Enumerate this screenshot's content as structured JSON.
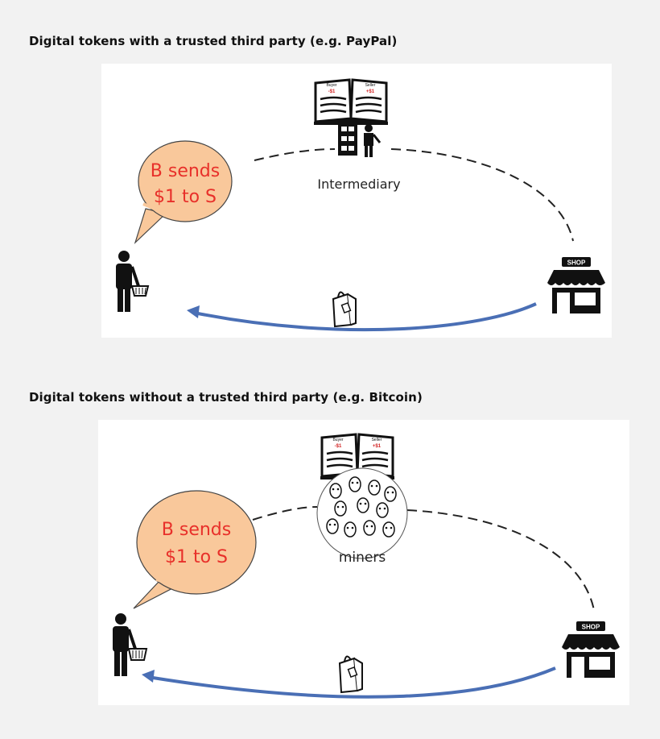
{
  "diagrams": [
    {
      "title": "Digital tokens with a trusted third party (e.g. PayPal)",
      "bubble_line1": "B sends",
      "bubble_line2": "$1 to S",
      "center_label": "Intermediary",
      "ledger_left_head": "Buyer",
      "ledger_left_value": "-$1",
      "ledger_right_head": "Seller",
      "ledger_right_value": "+$1",
      "shop_sign": "SHOP"
    },
    {
      "title": "Digital tokens without a trusted third party (e.g. Bitcoin)",
      "bubble_line1": "B sends",
      "bubble_line2": "$1 to S",
      "center_label": "miners",
      "ledger_left_head": "Buyer",
      "ledger_left_value": "-$1",
      "ledger_right_head": "Seller",
      "ledger_right_value": "+$1",
      "shop_sign": "SHOP"
    }
  ],
  "colors": {
    "bubble_fill": "#f9c89b",
    "bubble_text": "#e8302a",
    "arrow_blue": "#4a6fb5",
    "ledger_red": "#d22222",
    "dash_line": "#222222"
  }
}
